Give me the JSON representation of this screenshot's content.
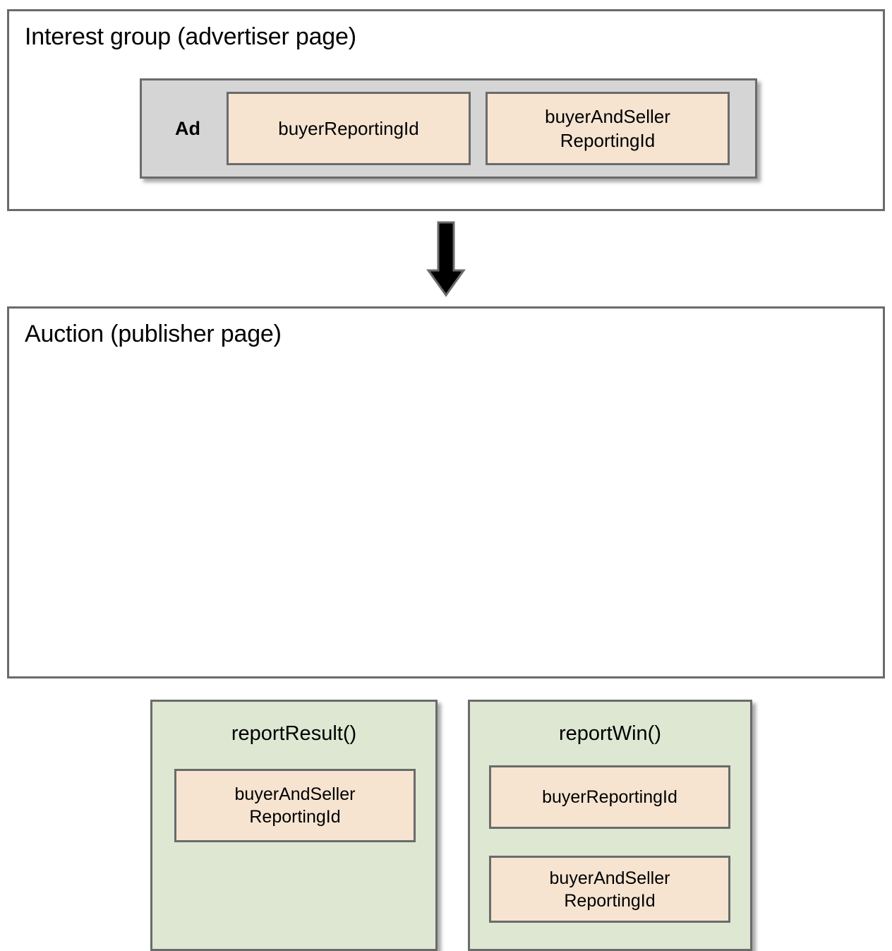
{
  "diagram": {
    "sections": [
      {
        "id": "interest-group",
        "title": "Interest group (advertiser page)",
        "ad": {
          "label": "Ad",
          "fields": [
            "buyerReportingId",
            "buyerAndSeller\nReportingId"
          ]
        }
      },
      {
        "id": "auction",
        "title": "Auction (publisher page)",
        "reports": [
          {
            "name": "reportResult()",
            "fields": [
              "buyerAndSeller\nReportingId"
            ]
          },
          {
            "name": "reportWin()",
            "fields": [
              "buyerReportingId",
              "buyerAndSeller\nReportingId"
            ]
          }
        ]
      }
    ],
    "arrow": {
      "icon": "down-arrow-icon",
      "direction": "down"
    },
    "colors": {
      "panel_border": "#6b6b6b",
      "ad_container_fill": "#d5d5d5",
      "field_fill": "#f6e4d1",
      "report_fill": "#dde7d2",
      "arrow_fill": "#000000",
      "arrow_stroke": "#6b6b6b",
      "text": "#000000",
      "background": "#ffffff"
    }
  }
}
